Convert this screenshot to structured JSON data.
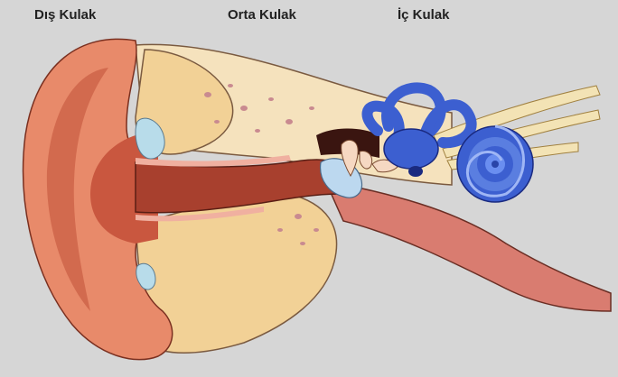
{
  "labels": {
    "outer_ear": "Dış Kulak",
    "middle_ear": "Orta Kulak",
    "inner_ear": "İç Kulak"
  },
  "colors": {
    "background": "#d6d6d6",
    "skin": "#e88a6a",
    "skin_dark": "#c9573f",
    "canal": "#a8402e",
    "bone": "#f4dcae",
    "bone_spots": "#c9868a",
    "cartilage": "#f2d196",
    "inner_ear_blue": "#3c5fd0",
    "eardrum": "#bcd8ef",
    "nerve": "#f3e3b5"
  }
}
